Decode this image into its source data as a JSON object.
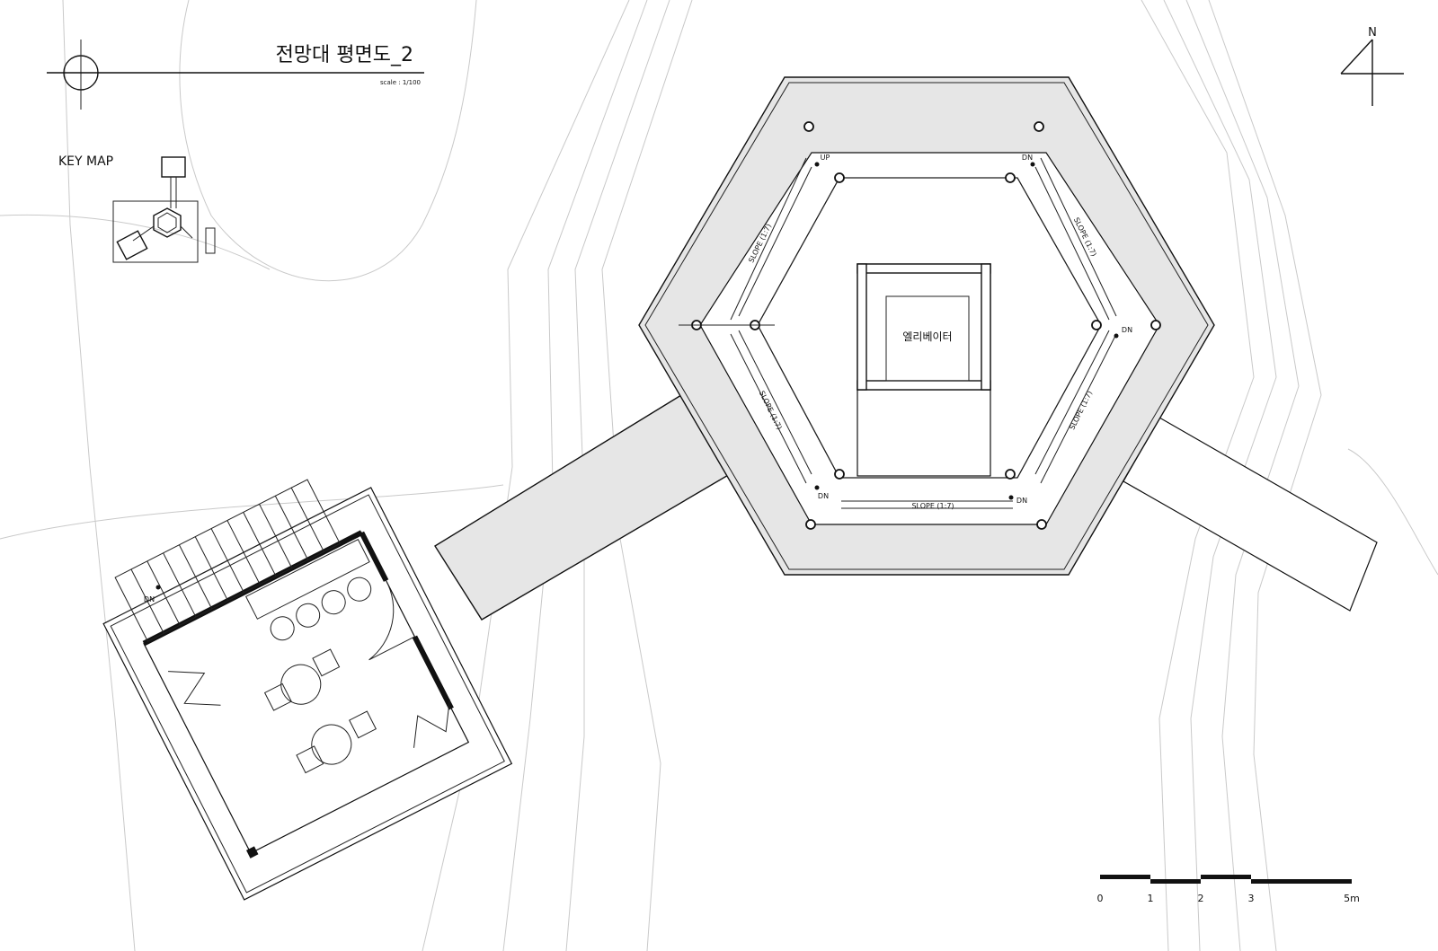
{
  "title": "전망대 평면도_2",
  "scale_text": "scale : 1/100",
  "key_map_label": "KEY MAP",
  "north_label": "N",
  "elevator_label": "엘리베이터",
  "ramp_labels": {
    "nw": "SLOPE (1:7)",
    "ne": "SLOPE (1:7)",
    "w": "SLOPE (1:7)",
    "e": "SLOPE (1:7)",
    "s": "SLOPE (1:7)"
  },
  "level_marks": {
    "up_nw": "UP",
    "dn_ne": "DN",
    "dn_e": "DN",
    "dn_sw": "DN",
    "dn_se": "DN",
    "dn_cafe": "DN"
  },
  "scale_bar": {
    "ticks": [
      {
        "label": "0",
        "m": 0
      },
      {
        "label": "1",
        "m": 1
      },
      {
        "label": "2",
        "m": 2
      },
      {
        "label": "3",
        "m": 3
      },
      {
        "label": "5m",
        "m": 5
      }
    ]
  },
  "colors": {
    "line": "#111111",
    "deck": "#e6e6e6",
    "contour": "#c9c9c9"
  }
}
